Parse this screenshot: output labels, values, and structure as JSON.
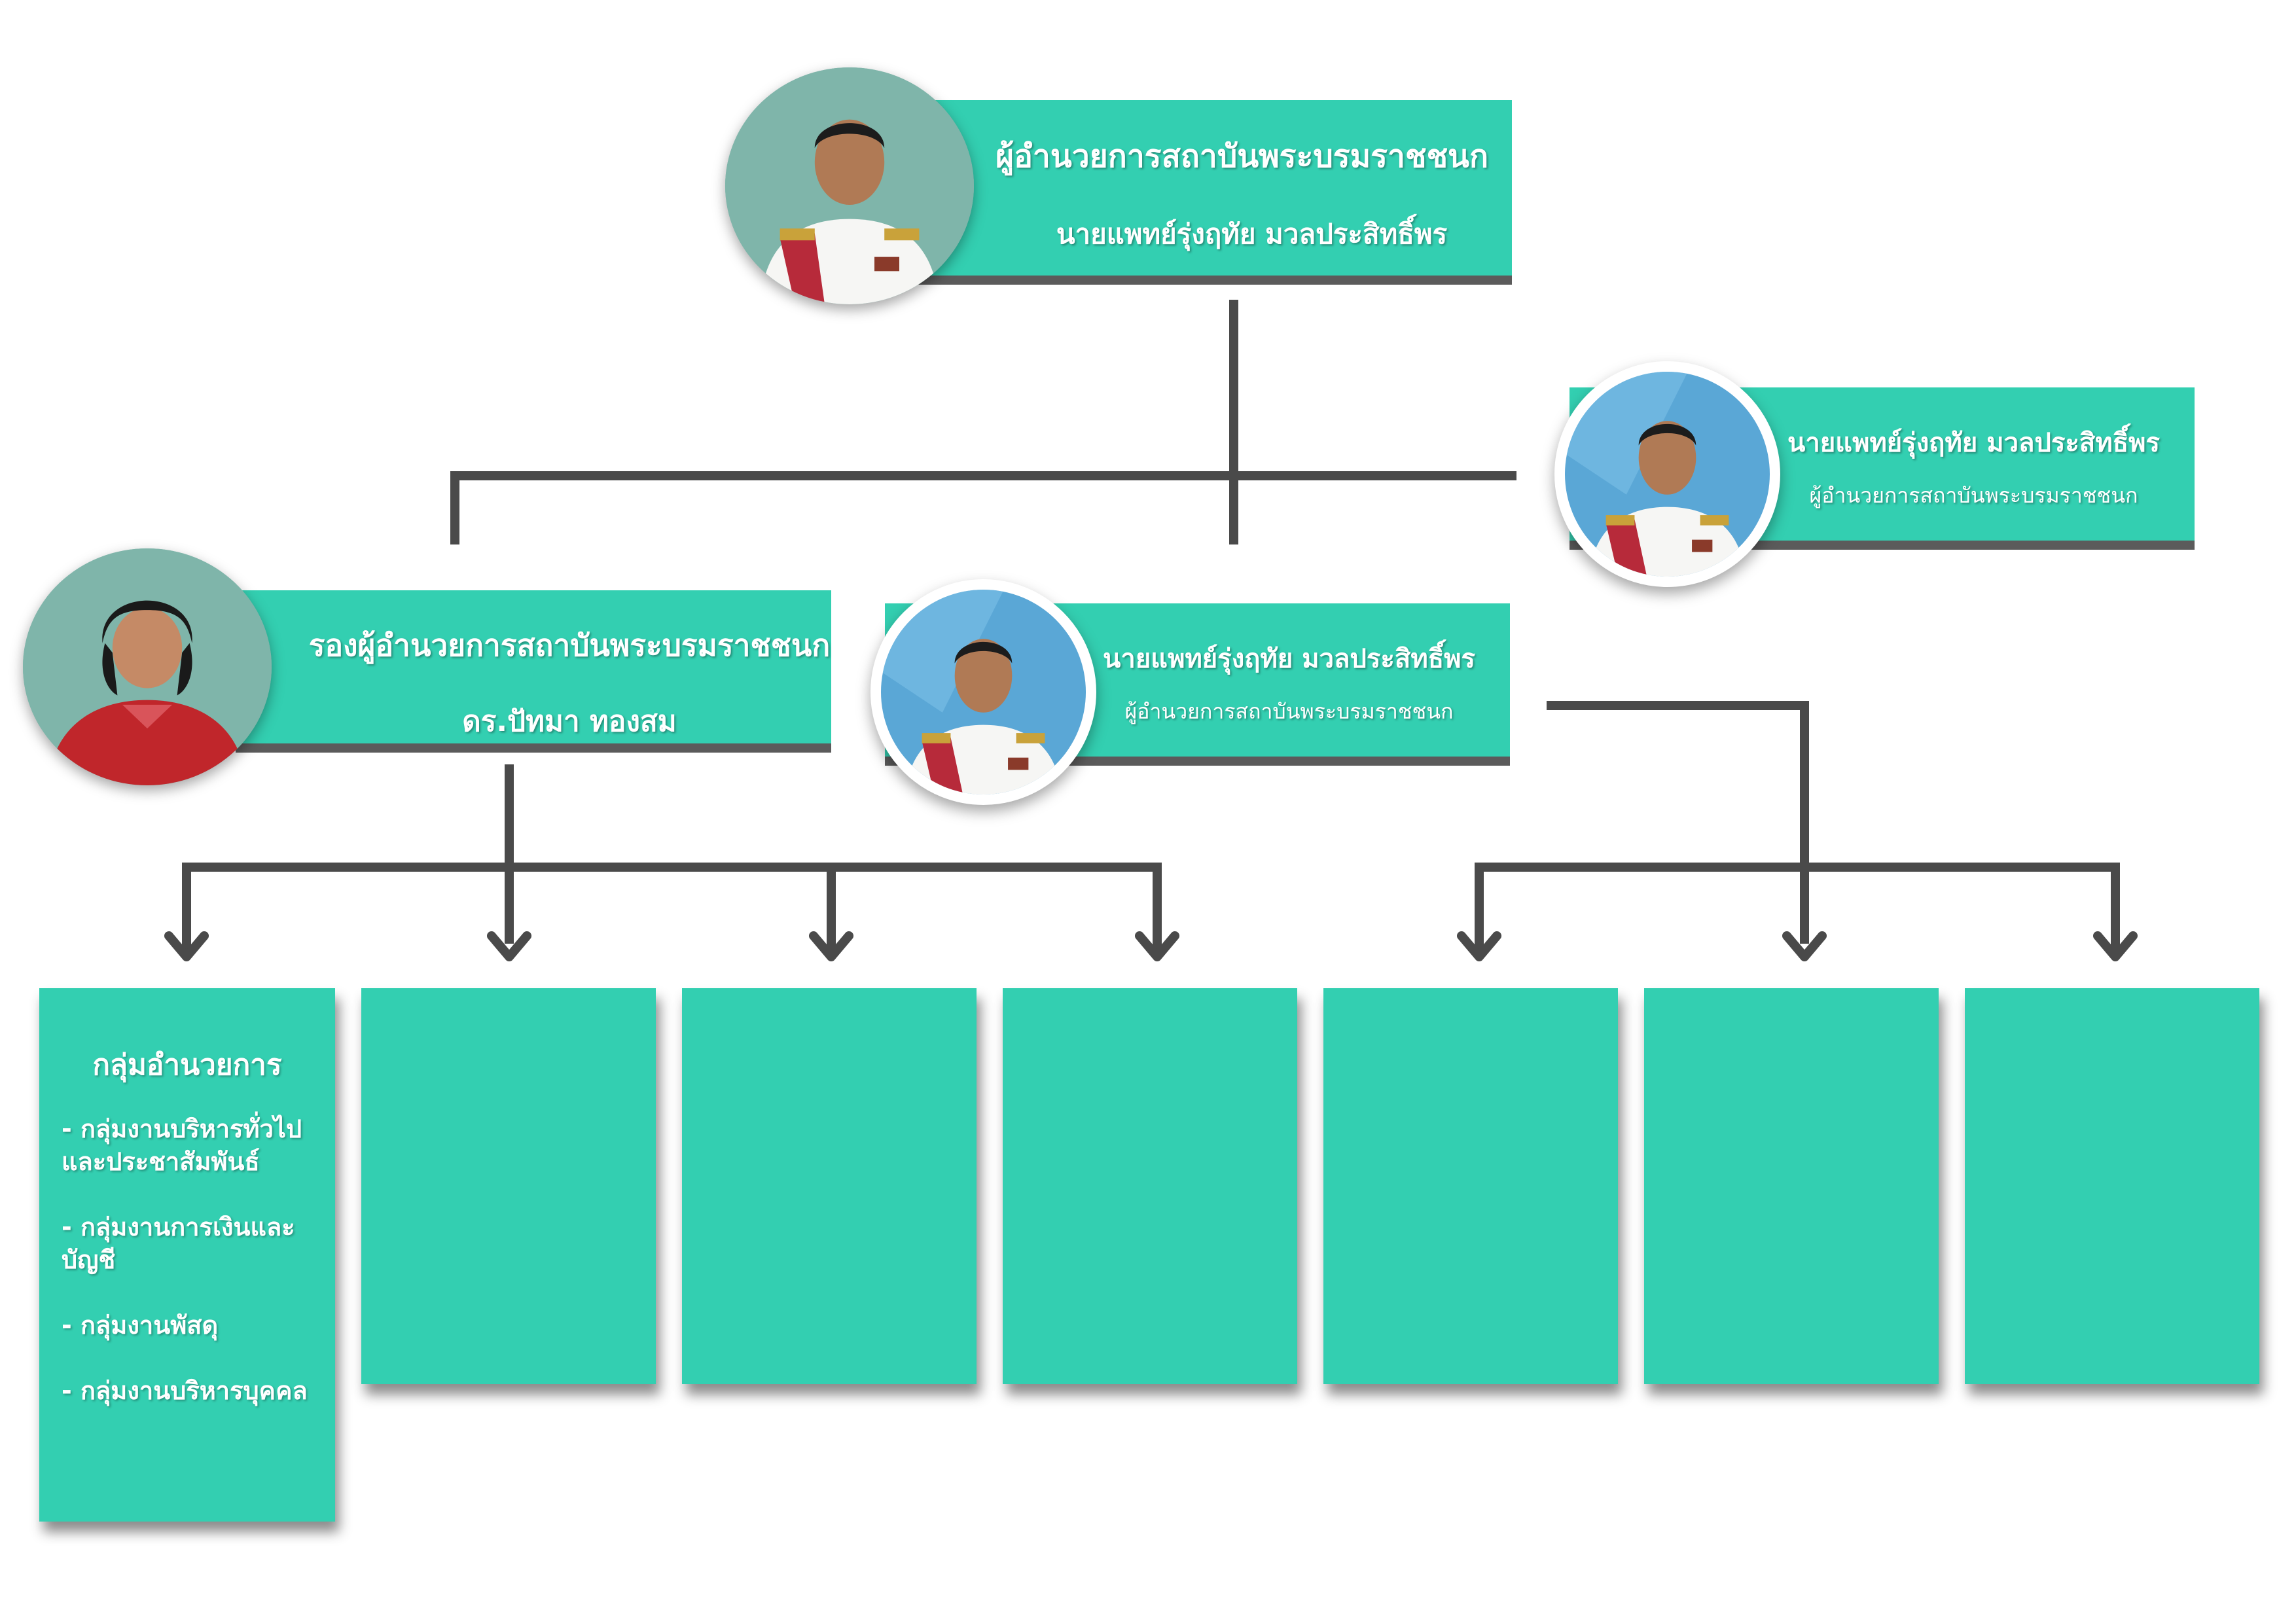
{
  "director": {
    "title": "ผู้อำนวยการสถาบันพระบรมราชชนก",
    "name": "นายแพทย์รุ่งฤทัย มวลประสิทธิ์พร"
  },
  "deputy_left": {
    "title": "รองผู้อำนวยการสถาบันพระบรมราชชนก",
    "name": "ดร.ปัทมา ทองสม"
  },
  "deputy_center": {
    "name": "นายแพทย์รุ่งฤทัย มวลประสิทธิ์พร",
    "title": "ผู้อำนวยการสถาบันพระบรมราชชนก"
  },
  "deputy_right": {
    "name": "นายแพทย์รุ่งฤทัย มวลประสิทธิ์พร",
    "title": "ผู้อำนวยการสถาบันพระบรมราชชนก"
  },
  "groups": [
    {
      "title": "กลุ่มอำนวยการ",
      "items": [
        "- กลุ่มงานบริหารทั่วไปและประชาสัมพันธ์",
        "- กลุ่มงานการเงินและบัญชี",
        "- กลุ่มงานพัสดุ",
        "- กลุ่มงานบริหารบุคคล"
      ]
    },
    {
      "title": "",
      "items": []
    },
    {
      "title": "",
      "items": []
    },
    {
      "title": "",
      "items": []
    },
    {
      "title": "",
      "items": []
    },
    {
      "title": "",
      "items": []
    },
    {
      "title": "",
      "items": []
    }
  ],
  "colors": {
    "teal": "#33cfb1",
    "connector": "#4a4a4a",
    "banner_shadow": "#5b5b5b"
  }
}
